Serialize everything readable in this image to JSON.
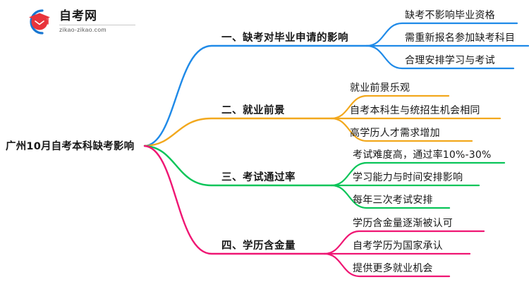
{
  "logo": {
    "name": "zikao-logo",
    "title": "自考网",
    "url": "zikao-zikao.com",
    "arc_color": "#1877d2",
    "cap_color": "#e8343c"
  },
  "colors": {
    "branch1": "#1f8ae8",
    "branch2": "#f2a81d",
    "branch3": "#0ac559",
    "branch4": "#ef1673",
    "text": "#171717",
    "background": "#ffffff"
  },
  "mindmap": {
    "type": "mindmap",
    "root": {
      "label": "广州10月自考本科缺考影响"
    },
    "branches": [
      {
        "id": "branch-1",
        "index": "一",
        "label": "一、缺考对毕业申请的影响",
        "color": "#1f8ae8",
        "leaves": [
          {
            "label": "缺考不影响毕业资格"
          },
          {
            "label": "需重新报名参加缺考科目"
          },
          {
            "label": "合理安排学习与考试"
          }
        ]
      },
      {
        "id": "branch-2",
        "index": "二",
        "label": "二、就业前景",
        "color": "#f2a81d",
        "leaves": [
          {
            "label": "就业前景乐观"
          },
          {
            "label": "自考本科生与统招生机会相同"
          },
          {
            "label": "高学历人才需求增加"
          }
        ]
      },
      {
        "id": "branch-3",
        "index": "三",
        "label": "三、考试通过率",
        "color": "#0ac559",
        "leaves": [
          {
            "label": "考试难度高，通过率10%-30%"
          },
          {
            "label": "学习能力与时间安排影响"
          },
          {
            "label": "每年三次考试安排"
          }
        ]
      },
      {
        "id": "branch-4",
        "index": "四",
        "label": "四、学历含金量",
        "color": "#ef1673",
        "leaves": [
          {
            "label": "学历含金量逐渐被认可"
          },
          {
            "label": "自考学历为国家承认"
          },
          {
            "label": "提供更多就业机会"
          }
        ]
      }
    ]
  }
}
